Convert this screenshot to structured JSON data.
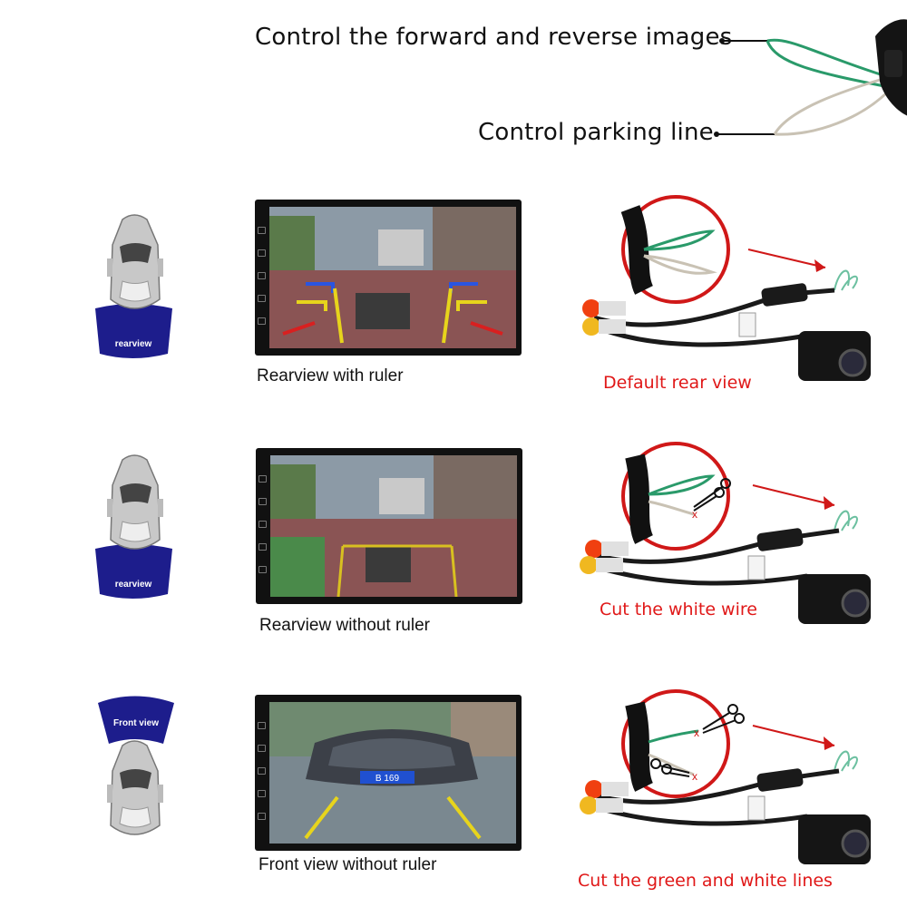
{
  "top": {
    "label_green": "Control the forward and reverse images",
    "label_white": "Control parking line"
  },
  "rows": [
    {
      "badge": "rearview",
      "caption": "Rearview with ruler",
      "instruction": "Default rear view"
    },
    {
      "badge": "rearview",
      "caption": "Rearview without ruler",
      "instruction": "Cut the white wire"
    },
    {
      "badge": "Front view",
      "caption": "Front view without ruler",
      "instruction": "Cut the green and white lines"
    }
  ],
  "plate": "B 169",
  "colors": {
    "badge_blue": "#1d1d8c",
    "instruction_red": "#e01818",
    "green_wire": "#2a9a6a",
    "white_wire": "#c9c2b4"
  }
}
